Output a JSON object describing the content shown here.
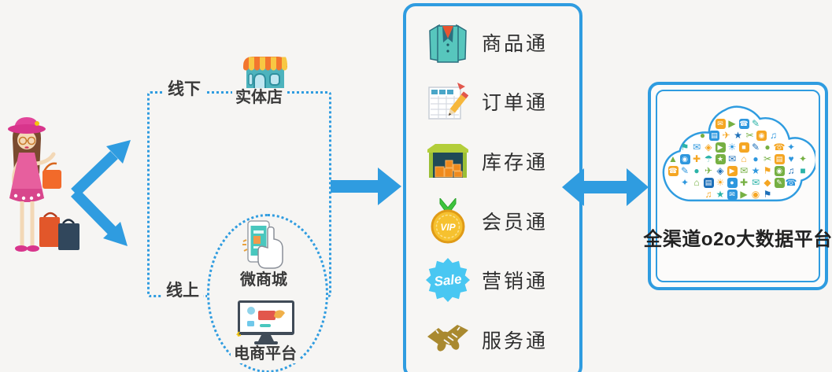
{
  "canvas": {
    "bg": "#f6f5f3",
    "accent": "#2f9ce0"
  },
  "channels": {
    "offline_label": "线下",
    "online_label": "线上",
    "store": {
      "label": "实体店",
      "icon": "storefront-icon"
    },
    "micro_mall": {
      "label": "微商城",
      "icon": "mobile-shop-icon"
    },
    "ecommerce": {
      "label": "电商平台",
      "icon": "ecommerce-monitor-icon"
    }
  },
  "hub": {
    "items": [
      {
        "label": "商品通",
        "icon": "suit-icon"
      },
      {
        "label": "订单通",
        "icon": "order-sheet-icon"
      },
      {
        "label": "库存通",
        "icon": "warehouse-icon"
      },
      {
        "label": "会员通",
        "icon": "vip-medal-icon",
        "badge_text": "VIP"
      },
      {
        "label": "营销通",
        "icon": "sale-badge-icon",
        "badge_text": "Sale"
      },
      {
        "label": "服务通",
        "icon": "handshake-icon"
      }
    ]
  },
  "platform": {
    "title": "全渠道o2o大数据平台",
    "cloud_icon_rows": [
      [
        {
          "g": "✉",
          "c": "#f5a623",
          "t": 1
        },
        {
          "g": "▶",
          "c": "#76b043"
        },
        {
          "g": "☎",
          "c": "#2e97de",
          "t": 1
        },
        {
          "g": "✎",
          "c": "#2bb3a8"
        }
      ],
      [
        {
          "g": "●",
          "c": "#76b043"
        },
        {
          "g": "▤",
          "c": "#2e97de",
          "t": 1
        },
        {
          "g": "✈",
          "c": "#f5a623"
        },
        {
          "g": "★",
          "c": "#1d6fb8"
        },
        {
          "g": "✂",
          "c": "#76b043"
        },
        {
          "g": "◉",
          "c": "#f5a623",
          "t": 1
        },
        {
          "g": "♫",
          "c": "#2e97de"
        }
      ],
      [
        {
          "g": "⚑",
          "c": "#2bb3a8"
        },
        {
          "g": "✉",
          "c": "#2e97de"
        },
        {
          "g": "◈",
          "c": "#f5a623"
        },
        {
          "g": "▶",
          "c": "#76b043",
          "t": 1
        },
        {
          "g": "☀",
          "c": "#2e97de"
        },
        {
          "g": "■",
          "c": "#f5a623",
          "t": 1
        },
        {
          "g": "✎",
          "c": "#1d6fb8"
        },
        {
          "g": "●",
          "c": "#76b043"
        },
        {
          "g": "☎",
          "c": "#f5a623"
        },
        {
          "g": "✦",
          "c": "#2e97de"
        }
      ],
      [
        {
          "g": "▲",
          "c": "#76b043"
        },
        {
          "g": "◉",
          "c": "#2e97de",
          "t": 1
        },
        {
          "g": "✚",
          "c": "#f5a623"
        },
        {
          "g": "☂",
          "c": "#2bb3a8"
        },
        {
          "g": "★",
          "c": "#76b043",
          "t": 1
        },
        {
          "g": "✉",
          "c": "#1d6fb8"
        },
        {
          "g": "⌂",
          "c": "#f5a623"
        },
        {
          "g": "●",
          "c": "#2e97de"
        },
        {
          "g": "✂",
          "c": "#76b043"
        },
        {
          "g": "▤",
          "c": "#f5a623",
          "t": 1
        },
        {
          "g": "♥",
          "c": "#2e97de"
        },
        {
          "g": "✦",
          "c": "#76b043"
        }
      ],
      [
        {
          "g": "☎",
          "c": "#f5a623",
          "t": 1
        },
        {
          "g": "✎",
          "c": "#2e97de"
        },
        {
          "g": "●",
          "c": "#2bb3a8"
        },
        {
          "g": "✈",
          "c": "#76b043"
        },
        {
          "g": "◈",
          "c": "#1d6fb8"
        },
        {
          "g": "▶",
          "c": "#f5a623",
          "t": 1
        },
        {
          "g": "✉",
          "c": "#76b043"
        },
        {
          "g": "★",
          "c": "#2e97de"
        },
        {
          "g": "⚑",
          "c": "#f5a623"
        },
        {
          "g": "◉",
          "c": "#76b043",
          "t": 1
        },
        {
          "g": "♫",
          "c": "#1d6fb8"
        },
        {
          "g": "■",
          "c": "#2bb3a8"
        }
      ],
      [
        {
          "g": "✦",
          "c": "#2e97de"
        },
        {
          "g": "⌂",
          "c": "#76b043"
        },
        {
          "g": "▤",
          "c": "#1d6fb8",
          "t": 1
        },
        {
          "g": "☀",
          "c": "#f5a623"
        },
        {
          "g": "●",
          "c": "#2e97de",
          "t": 1
        },
        {
          "g": "✚",
          "c": "#76b043"
        },
        {
          "g": "✉",
          "c": "#2bb3a8"
        },
        {
          "g": "◆",
          "c": "#f5a623"
        },
        {
          "g": "✎",
          "c": "#76b043",
          "t": 1
        },
        {
          "g": "☎",
          "c": "#2e97de"
        }
      ],
      [
        {
          "g": "♫",
          "c": "#f5a623"
        },
        {
          "g": "★",
          "c": "#2bb3a8"
        },
        {
          "g": "✉",
          "c": "#2e97de",
          "t": 1
        },
        {
          "g": "▶",
          "c": "#76b043"
        },
        {
          "g": "◉",
          "c": "#f5a623"
        },
        {
          "g": "⚑",
          "c": "#1d6fb8"
        }
      ]
    ]
  }
}
